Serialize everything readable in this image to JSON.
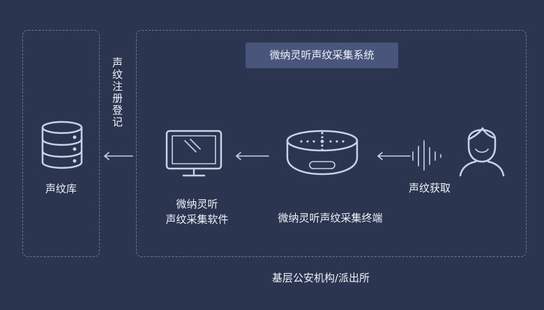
{
  "system_title": "微纳灵听声纹采集系统",
  "database_label": "声纹库",
  "registration_label": "声纹注册登记",
  "software_label_line1": "微纳灵听",
  "software_label_line2": "声纹采集软件",
  "terminal_label": "微纳灵听声纹采集终端",
  "capture_label": "声纹获取",
  "organization_label": "基层公安机构/派出所",
  "icons": [
    "database-icon",
    "monitor-icon",
    "speaker-device-icon",
    "sound-wave-icon",
    "person-icon",
    "arrow-left-icon"
  ],
  "colors": {
    "background": "#2b3550",
    "panel": "#49557a",
    "stroke": "#c9d2e6",
    "dashed_border": "#6b7796"
  }
}
